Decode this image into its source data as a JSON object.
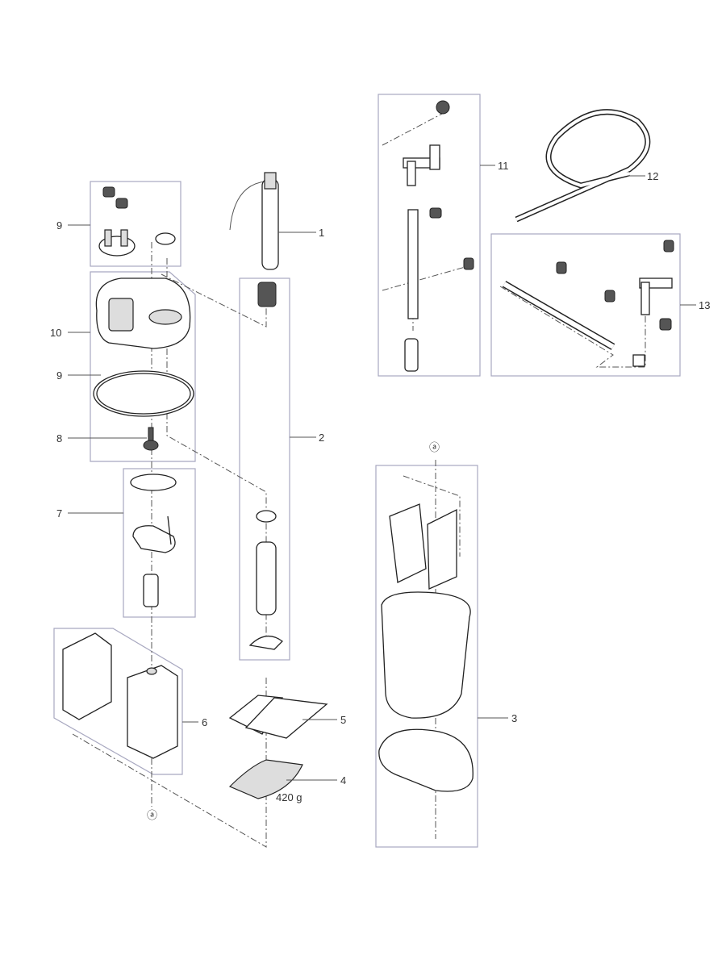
{
  "labels": {
    "cover_9": "9",
    "housing_10": "10",
    "seal_9": "9",
    "impeller_8": "8",
    "pump_insert_7": "7",
    "sponges_6": "6",
    "heater_1": "1",
    "intake_2": "2",
    "media_5": "5",
    "media_4": "4",
    "media_4_weight": "420 g",
    "outlet_11": "11",
    "hose_12": "12",
    "spraybar_13": "13",
    "container_3": "3",
    "marker_a_top": "ⓐ",
    "marker_a_bottom": "ⓐ"
  }
}
